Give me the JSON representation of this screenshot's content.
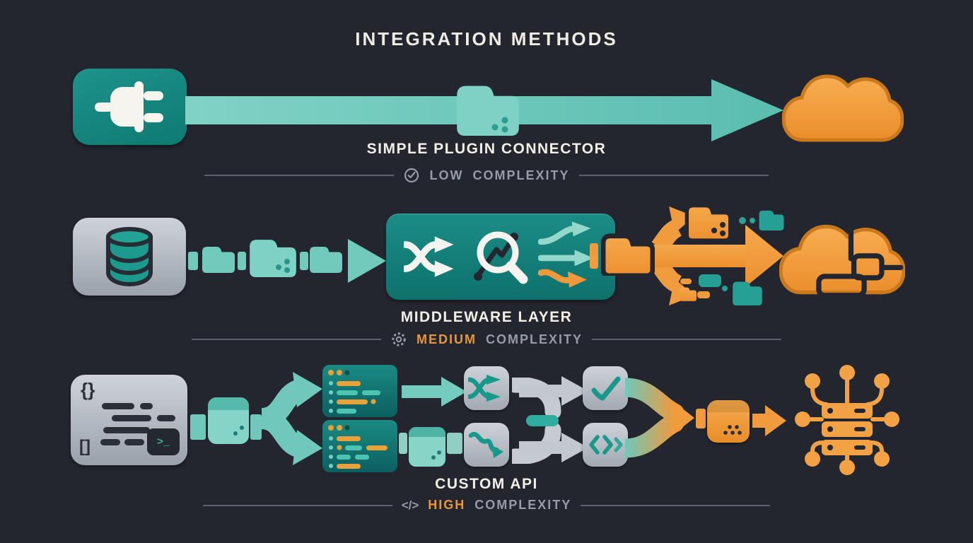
{
  "title": "INTEGRATION METHODS",
  "colors": {
    "background": "#23262e",
    "teal_dark": "#14837d",
    "teal_light": "#6fc8bb",
    "orange": "#f0993c",
    "gray_panel": "#b6bcc4",
    "text_primary": "#f2efe7",
    "text_muted": "#959ca7"
  },
  "rows": [
    {
      "label": "SIMPLE PLUGIN CONNECTOR",
      "complexity_level": "LOW",
      "complexity_rest": "COMPLEXITY",
      "badge_icon": "check-circle"
    },
    {
      "label": "MIDDLEWARE LAYER",
      "complexity_level": "MEDIUM",
      "complexity_rest": "COMPLEXITY",
      "badge_icon": "gear"
    },
    {
      "label": "CUSTOM API",
      "complexity_level": "HIGH",
      "complexity_rest": "COMPLEXITY",
      "badge_icon": "code-brackets",
      "badge_glyph": "</>",
      "code_box": {
        "curly": "{}",
        "square": "[]",
        "terminal_prompt": ">_"
      }
    }
  ]
}
